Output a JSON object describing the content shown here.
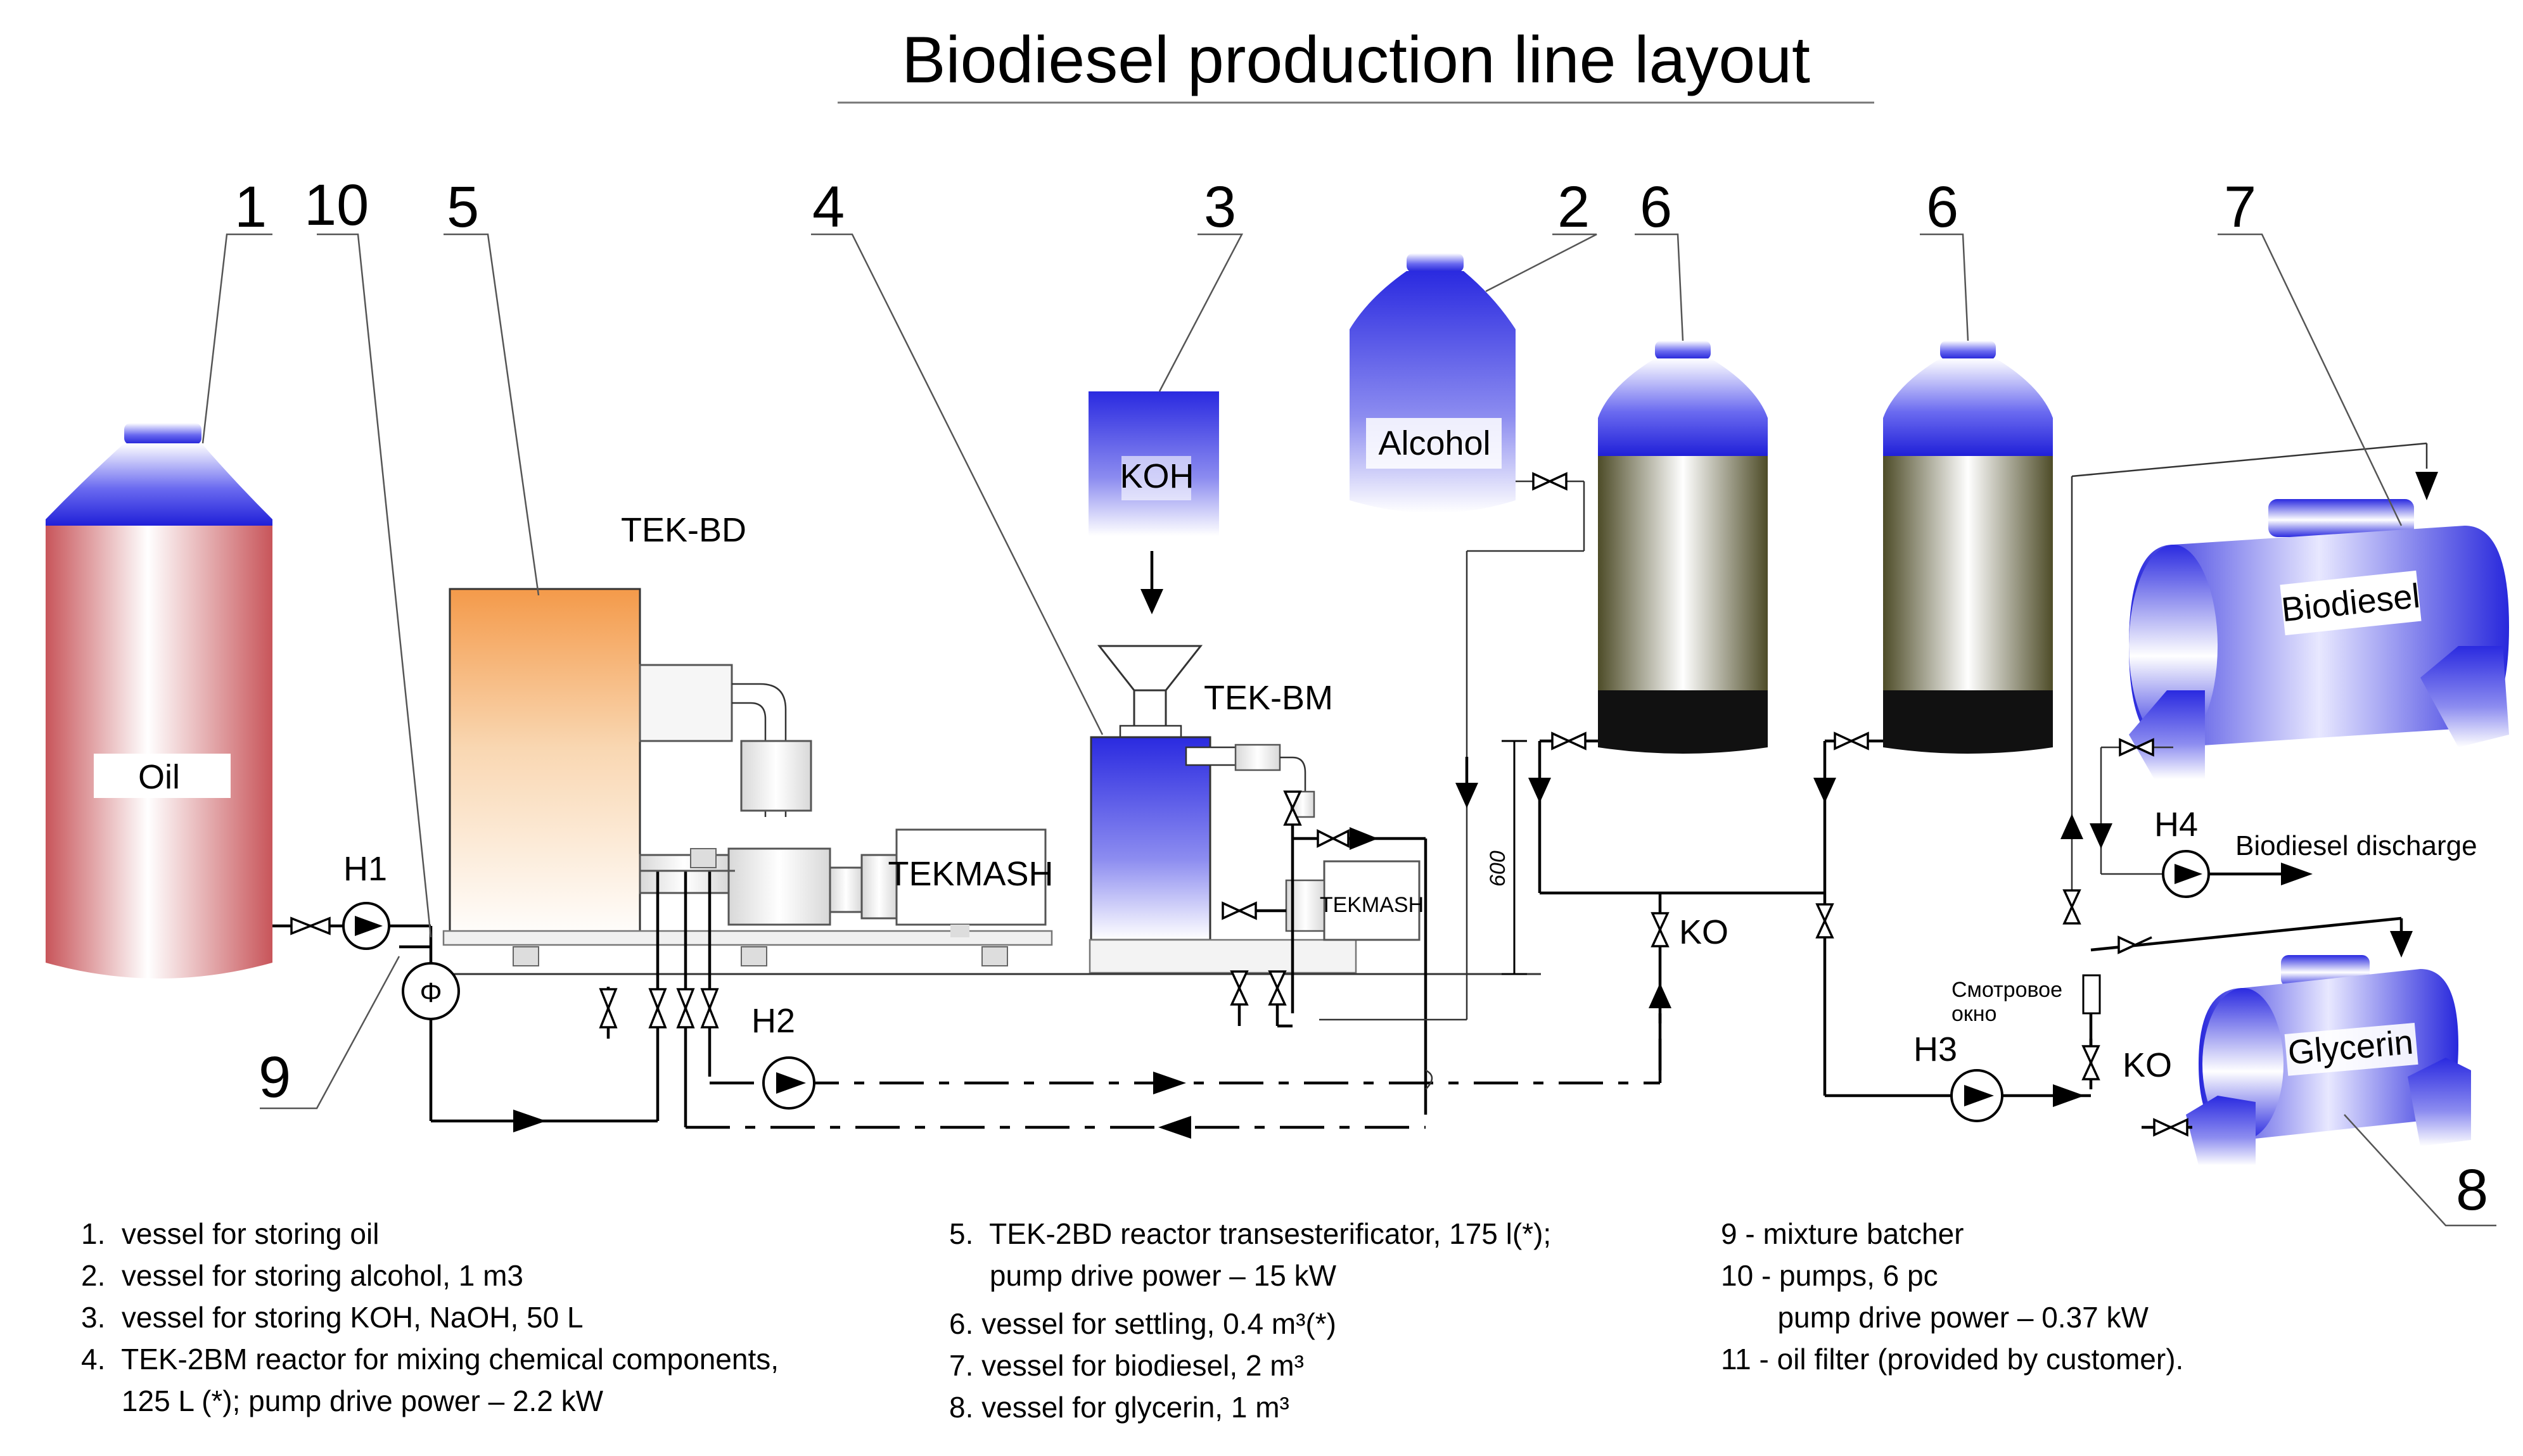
{
  "title": "Biodiesel production line layout",
  "callouts": {
    "n1": "1",
    "n2": "2",
    "n3": "3",
    "n4": "4",
    "n5": "5",
    "n6a": "6",
    "n6b": "6",
    "n7": "7",
    "n8": "8",
    "n9": "9",
    "n10": "10"
  },
  "labels": {
    "oil": "Oil",
    "alcohol": "Alcohol",
    "koh": "KOH",
    "biodiesel": "Biodiesel",
    "glycerin": "Glycerin",
    "tek_bd": "TEK-BD",
    "tek_bm": "TEK-BM",
    "tekmash_big": "TEKMASH",
    "tekmash_small": "TEKMASH",
    "pump_h1": "H1",
    "pump_h2": "H2",
    "pump_h3": "H3",
    "pump_h4": "H4",
    "batcher_symbol": "Φ",
    "ko_center": "KO",
    "ko_right": "KO",
    "dimension_600": "600",
    "sight_glass_1": "Смотровое",
    "sight_glass_2": "окно",
    "biodiesel_discharge": "Biodiesel discharge"
  },
  "legend": {
    "col1": [
      "1.  vessel for storing oil",
      "2.  vessel for storing alcohol, 1 m3",
      "3.  vessel for storing KOH, NaOH, 50 L",
      "4.  TEK-2BM reactor for mixing chemical components,",
      "     125 L (*); pump drive power – 2.2 kW"
    ],
    "col2": [
      "5.  TEK-2BD reactor transesterificator, 175 l(*);",
      "     pump drive power – 15 kW",
      "6. vessel for settling, 0.4 m³(*)",
      "7. vessel for biodiesel, 2 m³",
      "8. vessel for glycerin, 1 m³"
    ],
    "col3": [
      "9 - mixture batcher",
      "10 - pumps, 6 pc",
      "       pump drive power – 0.37 kW",
      "11 - oil filter (provided by customer)."
    ]
  },
  "colors": {
    "oil_tank": "#d9787a",
    "tank_cap_blue": "#3c3ce0",
    "settling_body": "#5c5a32",
    "reactor_orange": "#f4a862",
    "tank_bottom": "#111111"
  }
}
